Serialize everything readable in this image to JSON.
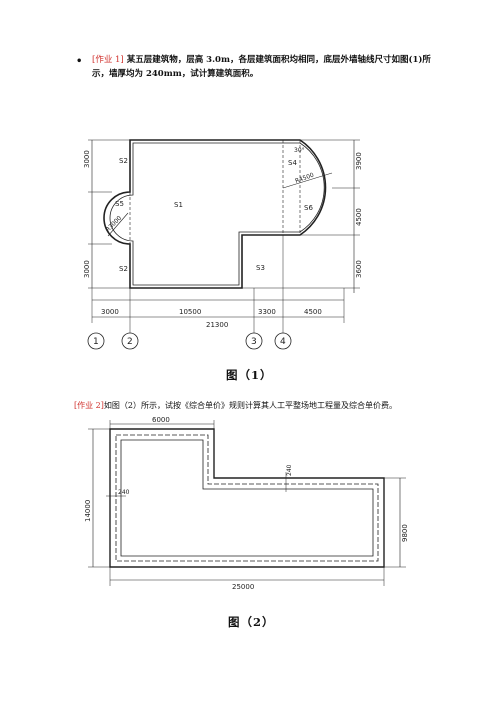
{
  "task1": {
    "tag": "[作业 1]",
    "text": "某五层建筑物，层高 3.0m，各层建筑面积均相同，底层外墙轴线尺寸如图(1)所示，墙厚均为 240mm，试计算建筑面积。"
  },
  "figure1": {
    "caption": "图（1）",
    "left_dims": [
      "3000",
      "3000"
    ],
    "right_dims": [
      "3900",
      "4500",
      "3600"
    ],
    "bottom_dims": [
      "3000",
      "10500",
      "3300",
      "4500"
    ],
    "total_dim": "21300",
    "axes": [
      "1",
      "2",
      "3",
      "4"
    ],
    "regions": [
      "S1",
      "S2",
      "S2",
      "S3",
      "S4",
      "S5",
      "S6"
    ],
    "radius_left": "R3000",
    "radius_right": "R4500",
    "angle": "30°"
  },
  "task2": {
    "tag": "[作业 2]",
    "text": "如图（2）所示，试按《综合单价》规则计算其人工平整场地工程量及综合单价费。"
  },
  "figure2": {
    "caption": "图（2）",
    "top_dim": "6000",
    "left_dim": "14000",
    "right_dim": "9800",
    "bottom_dim": "25000",
    "wall_mid": "240",
    "wall_left": "240"
  }
}
